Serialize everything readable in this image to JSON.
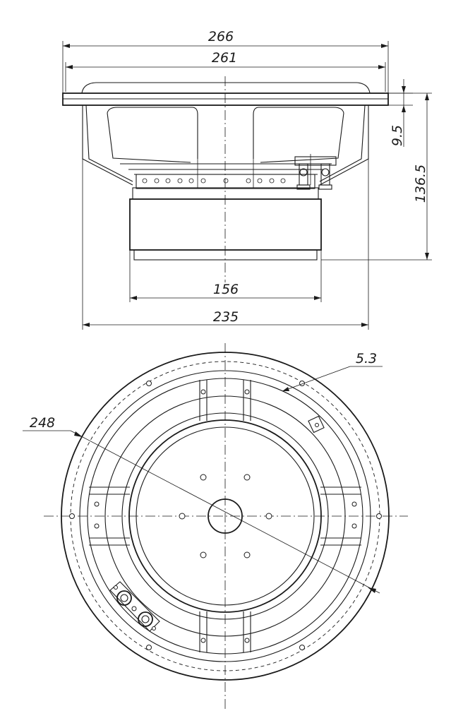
{
  "dimensions": {
    "overall_width": "266",
    "frame_width": "261",
    "mounting_height": "9.5",
    "total_depth": "136.5",
    "magnet_diameter": "156",
    "rear_width": "235",
    "bolt_circle_diameter": "248",
    "hole_diameter": "5.3"
  },
  "colors": {
    "ink": "#1a1a1a",
    "paper": "#ffffff"
  }
}
